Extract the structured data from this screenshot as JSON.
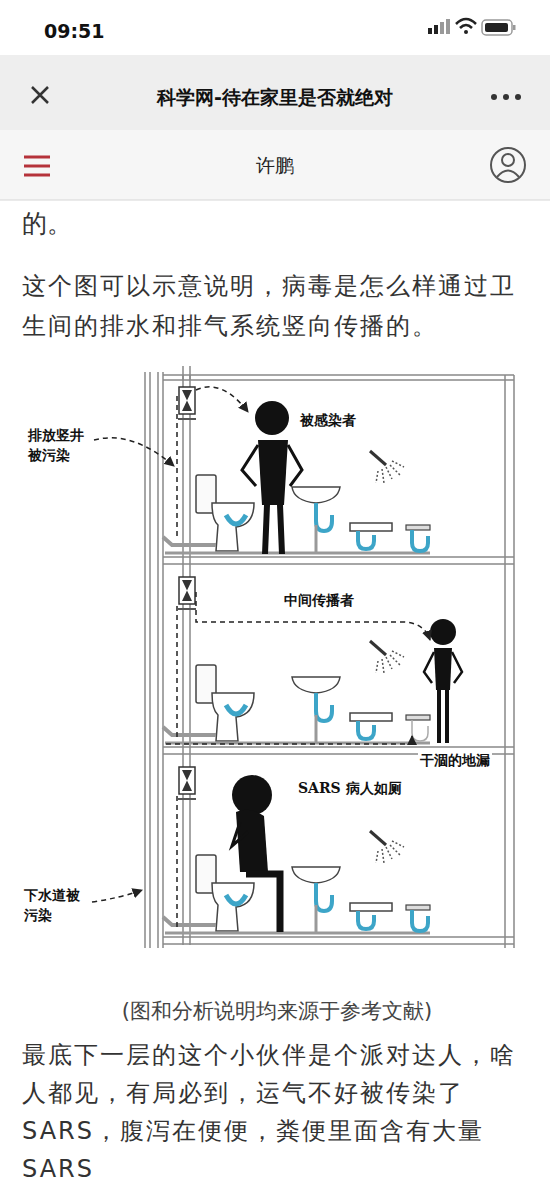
{
  "diagram": {
    "title": "科学网-待在家里是否就绝对",
    "caption": "(图和分析说明均来源于参考文献)",
    "labels": [
      "09:51",
      "许鹏",
      "的。",
      "这个图可以示意说明，病毒是怎么样通过卫生间的排水和排气系统竖向传播的。",
      "排放竖井被污染",
      "被感染者",
      "中间传播者",
      "干涸的地漏",
      "SARS 病人如厕",
      "下水道被污染",
      "最底下一层的这个小伙伴是个派对达人，啥人都见，有局必到，运气不好被传染了SARS，腹泻在便便，粪便里面含有大量SARS"
    ]
  }
}
